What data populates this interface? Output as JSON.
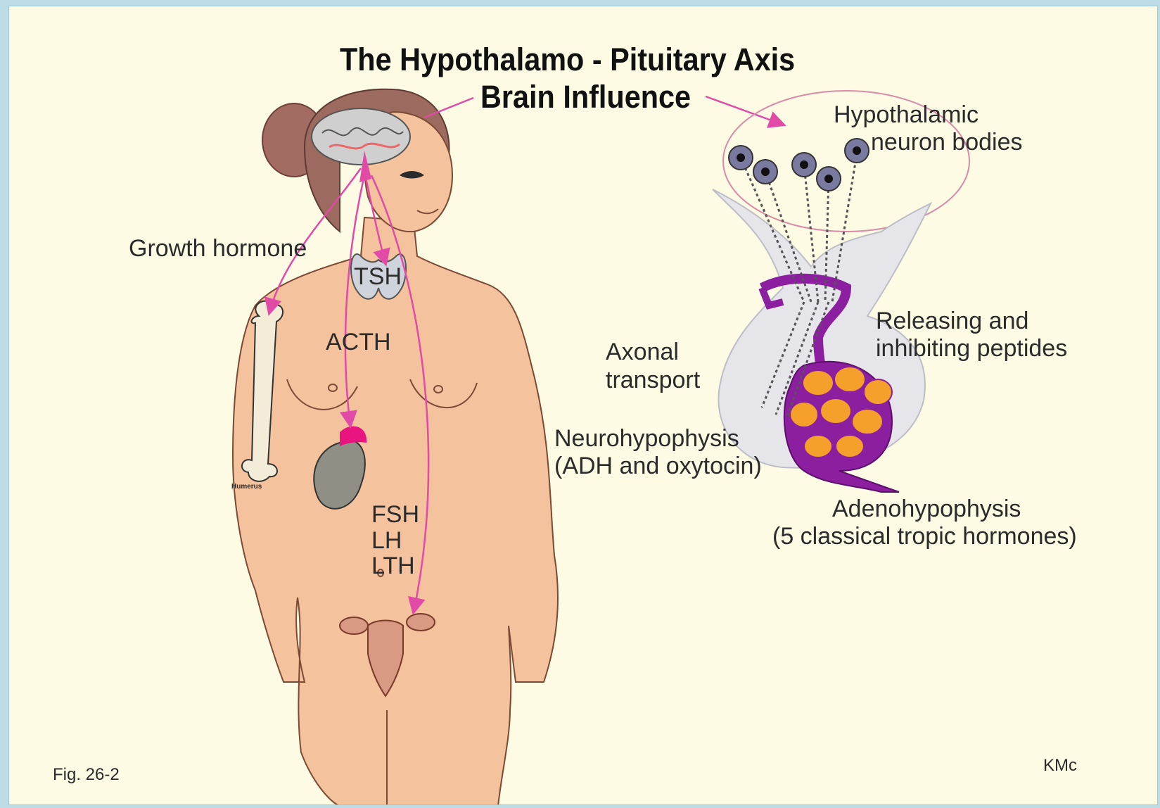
{
  "title": {
    "line1": "The  Hypothalamo - Pituitary Axis",
    "line2": "Brain Influence"
  },
  "labels": {
    "growth_hormone": "Growth hormone",
    "tsh": "TSH",
    "acth": "ACTH",
    "fsh": "FSH",
    "lh": "LH",
    "lth": "LTH",
    "humerus": "Humerus",
    "hypothalamic_line1": "Hypothalamic",
    "hypothalamic_line2": "neuron bodies",
    "releasing_line1": "Releasing and",
    "releasing_line2": "inhibiting peptides",
    "axonal_line1": "Axonal",
    "axonal_line2": "transport",
    "neuro_line1": "Neurohypophysis",
    "neuro_line2": "(ADH and oxytocin)",
    "adeno_line1": "Adenohypophysis",
    "adeno_line2": "(5 classical tropic hormones)"
  },
  "footer": {
    "figure": "Fig. 26-2",
    "author": "KMc"
  },
  "colors": {
    "background": "#fdfbe3",
    "skin": "#f4c29c",
    "arrow": "#e24aa8",
    "pituitary_purple": "#8b1fa0",
    "cell_orange": "#f4a02a"
  }
}
